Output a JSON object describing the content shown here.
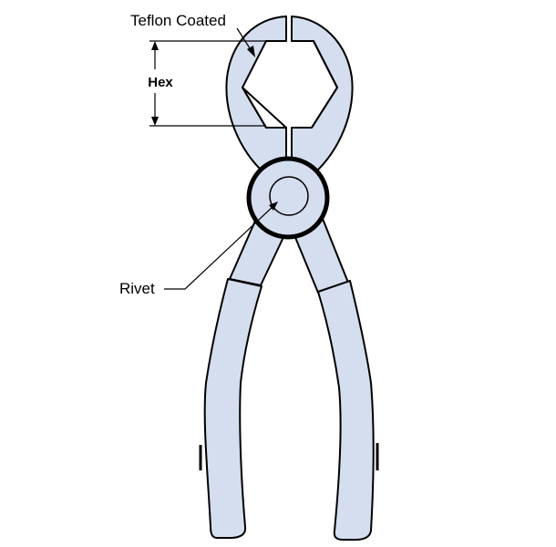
{
  "labels": {
    "coating": "Teflon Coated",
    "hex": "Hex",
    "rivet": "Rivet"
  },
  "colors": {
    "body_fill": "#d4deee",
    "outline": "#000000",
    "background": "#ffffff"
  }
}
